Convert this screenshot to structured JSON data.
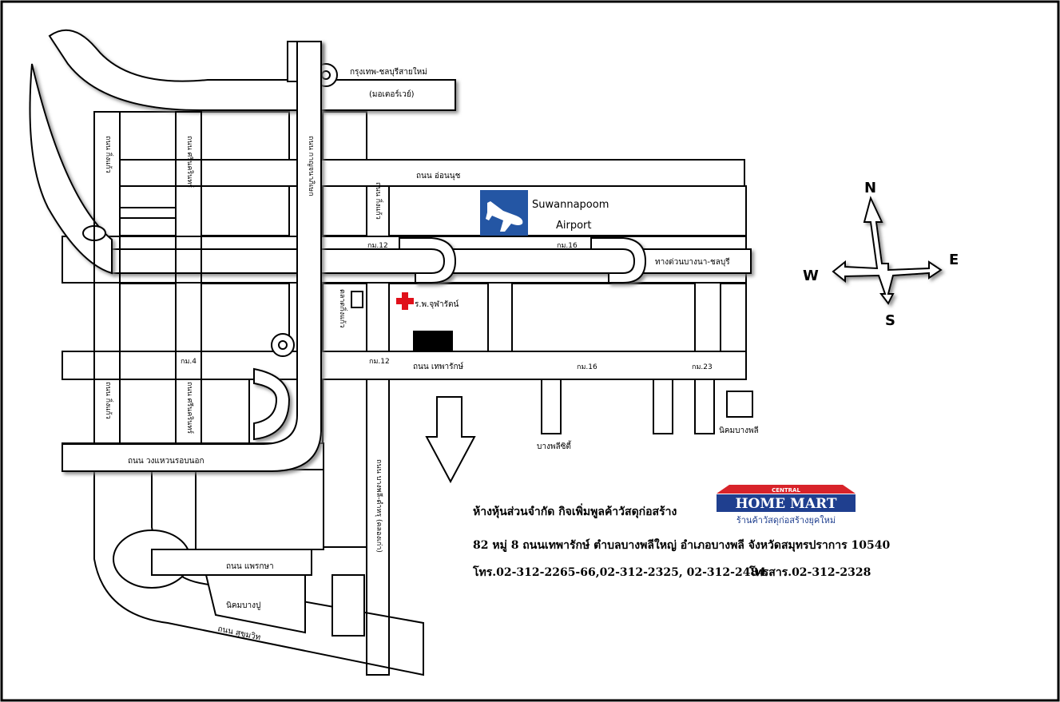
{
  "roads": {
    "motorway_line1": "กรุงเทพ-ชลบุรีสายใหม่",
    "motorway_line2": "(มอเตอร์เวย์)",
    "on_nut": "ถนน อ่อนนุช",
    "expressway": "ทางด่วนบางนา-ชลบุรี",
    "km12_top": "กม.12",
    "km16_top": "กม.16",
    "km12_bottom": "กม.12",
    "km16_bottom": "กม.16",
    "km23": "กม.23",
    "km4": "กม.4",
    "thepharak": "ถนน เทพารักษ์",
    "outer_ring": "ถนน วงแหวนรอบนอก",
    "phraeksa": "ถนน แพรกษา",
    "sukhumvit": "ถนน สุขุมวิท",
    "king_kaew": "ถนน กิ่งแก้ว",
    "bang_phli_bypass": "ถนน บางพลี-ตำหรุ (คลองเก่า)",
    "left_vertical_1": "ถนน กิ่งแก้ว",
    "left_vertical_2": "ถนน ศรีนครินทร์",
    "left_vertical_3": "ถนน กิ่งแก้ว",
    "left_vertical_4": "ถนน ศรีนครินทร์",
    "main_vertical": "ถนน กาญจนาภิเษก"
  },
  "places": {
    "airport_line1": "Suwannapoom",
    "airport_line2": "Airport",
    "hospital": "ร.พ.จุฬารัตน์",
    "market": "ตลาดกิ่งแก้ว",
    "bang_phli_city": "บางพลีซิตี้",
    "bang_phli_estate": "นิคมบางพลี",
    "bang_pu_estate": "นิคมบางปู"
  },
  "compass": {
    "n": "N",
    "e": "E",
    "s": "S",
    "w": "W"
  },
  "shop": {
    "name": "ห้างหุ้นส่วนจำกัด กิจเพิ่มพูลค้าวัสดุก่อสร้าง",
    "address": "82 หมู่ 8 ถนนเทพารักษ์ ตำบลบางพลีใหญ่ อำเภอบางพลี จังหวัดสมุทรปราการ 10540",
    "phone": "โทร.02-312-2265-66,02-312-2325, 02-312-2484",
    "fax": "โทรสาร.02-312-2328"
  },
  "logo": {
    "top_text": "CENTRAL",
    "brand": "HOME MART",
    "tagline": "ร้านค้าวัสดุก่อสร้างยุคใหม่",
    "colors": {
      "red": "#d8232a",
      "blue": "#1f3f8f"
    }
  },
  "colors": {
    "airport_blue": "#2456a4",
    "hospital_red": "#e0101a"
  }
}
